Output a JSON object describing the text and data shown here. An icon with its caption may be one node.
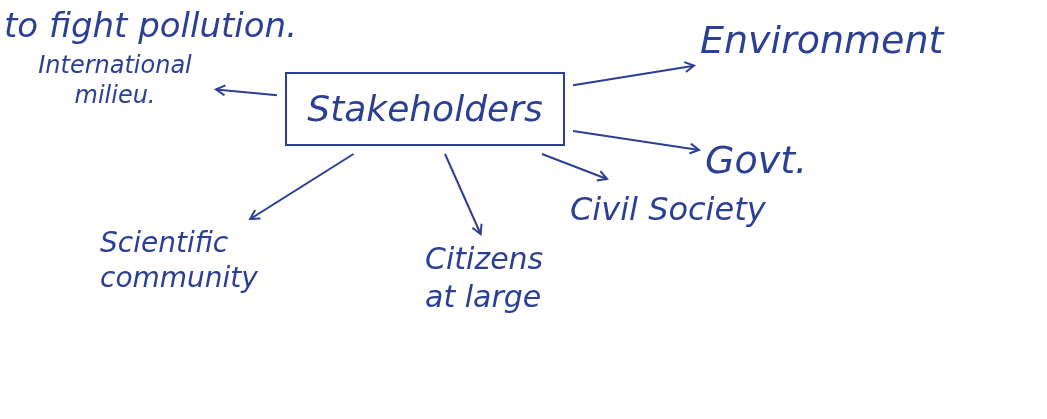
{
  "diagram": {
    "nodes": [
      {
        "text": [
          "Stakeholders"
        ]
      },
      {
        "text": [
          "International milieu."
        ]
      },
      {
        "text": [
          "Environment"
        ]
      },
      {
        "text": [
          "Govt."
        ]
      },
      {
        "text": [
          "Civil Society"
        ]
      },
      {
        "text": [
          "Citizens at large"
        ]
      },
      {
        "text": [
          "Scientific community"
        ]
      }
    ],
    "edges": [
      {
        "from": 0,
        "to": 1,
        "arrow": "to"
      },
      {
        "from": 0,
        "to": 2,
        "arrow": "to"
      },
      {
        "from": 0,
        "to": 3,
        "arrow": "to"
      },
      {
        "from": 0,
        "to": 4,
        "arrow": "to"
      },
      {
        "from": 0,
        "to": 5,
        "arrow": "to"
      },
      {
        "from": 0,
        "to": 6,
        "arrow": "to"
      }
    ],
    "labels": [
      "to fight pollution."
    ]
  }
}
